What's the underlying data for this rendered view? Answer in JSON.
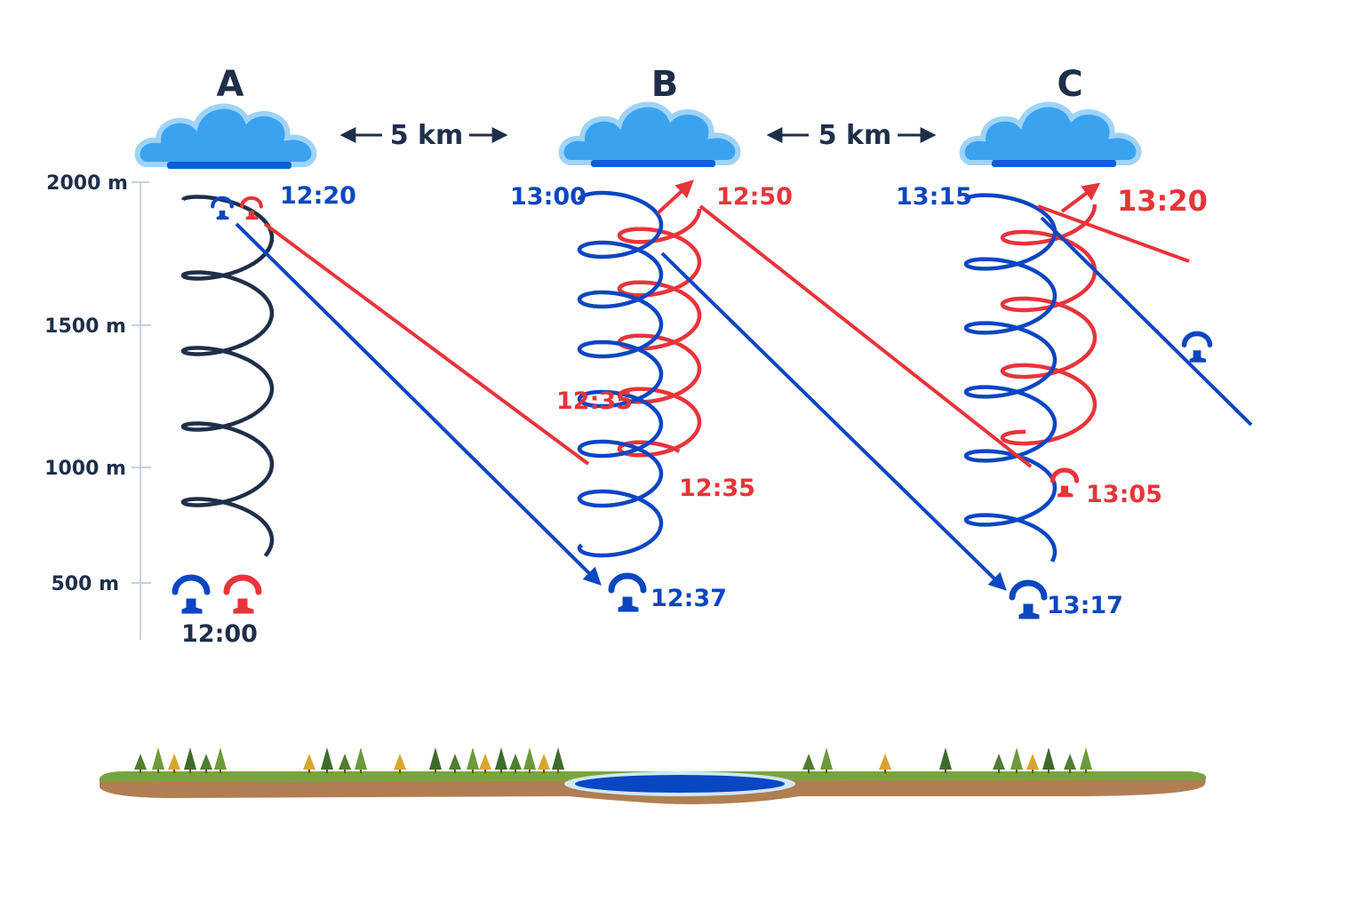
{
  "columns": [
    {
      "label": "A"
    },
    {
      "label": "B"
    },
    {
      "label": "C"
    }
  ],
  "distances": [
    {
      "label": "5 km"
    },
    {
      "label": "5 km"
    }
  ],
  "altitude_axis": {
    "ticks": [
      "2000 m",
      "1500 m",
      "1000 m",
      "500 m"
    ]
  },
  "time_labels": {
    "a_top": "12:20",
    "a_start": "12:00",
    "b_top_blue": "13:00",
    "b_top_red": "12:50",
    "b_mid_red": "12:35",
    "b_low_red": "12:35",
    "b_arrival_blue": "12:37",
    "c_top_blue": "13:15",
    "c_top_red": "13:20",
    "c_low_red": "13:05",
    "c_arrival_blue": "13:17"
  },
  "colors": {
    "blue": "#0b46c2",
    "red": "#e8343a",
    "navy": "#1f2f4a",
    "cloud": "#3aa3f0"
  },
  "icons": [
    "cloud-icon",
    "paraglider-icon",
    "tree-icon",
    "lake-icon"
  ]
}
